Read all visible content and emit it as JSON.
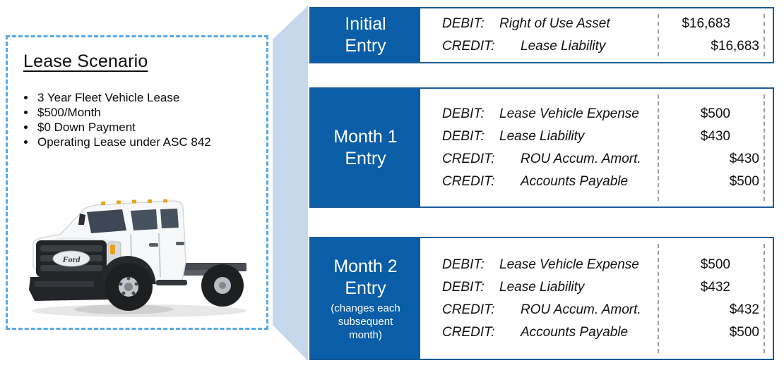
{
  "colors": {
    "header_blue": "#0a5ea8",
    "box_border_blue": "#1b5c99",
    "band_light_blue": "#c5d7ea",
    "scenario_dash_blue": "#55a8e8",
    "divider_gray": "#9e9e9e",
    "text_black": "#0c0c0c"
  },
  "scenario": {
    "title": "Lease Scenario",
    "bullets": [
      "3 Year Fleet Vehicle Lease",
      "$500/Month",
      "$0 Down Payment",
      "Operating Lease under ASC 842"
    ],
    "truck_alt": "White Ford fleet chassis-cab truck",
    "truck_badge": "Ford"
  },
  "entries": [
    {
      "title_line1": "Initial",
      "title_line2": "Entry",
      "rows": [
        {
          "type": "DEBIT:",
          "account": "Right of Use Asset",
          "debit": "$16,683",
          "credit": ""
        },
        {
          "type": "CREDIT:",
          "account": "Lease Liability",
          "debit": "",
          "credit": "$16,683"
        }
      ]
    },
    {
      "title_line1": "Month 1",
      "title_line2": "Entry",
      "rows": [
        {
          "type": "DEBIT:",
          "account": "Lease Vehicle Expense",
          "debit": "$500",
          "credit": ""
        },
        {
          "type": "DEBIT:",
          "account": "Lease Liability",
          "debit": "$430",
          "credit": ""
        },
        {
          "type": "CREDIT:",
          "account": "ROU Accum. Amort.",
          "debit": "",
          "credit": "$430"
        },
        {
          "type": "CREDIT:",
          "account": "Accounts Payable",
          "debit": "",
          "credit": "$500"
        }
      ]
    },
    {
      "title_line1": "Month 2",
      "title_line2": "Entry",
      "subtitle": "(changes each subsequent month)",
      "rows": [
        {
          "type": "DEBIT:",
          "account": "Lease Vehicle Expense",
          "debit": "$500",
          "credit": ""
        },
        {
          "type": "DEBIT:",
          "account": "Lease Liability",
          "debit": "$432",
          "credit": ""
        },
        {
          "type": "CREDIT:",
          "account": "ROU Accum. Amort.",
          "debit": "",
          "credit": "$432"
        },
        {
          "type": "CREDIT:",
          "account": "Accounts Payable",
          "debit": "",
          "credit": "$500"
        }
      ]
    }
  ]
}
